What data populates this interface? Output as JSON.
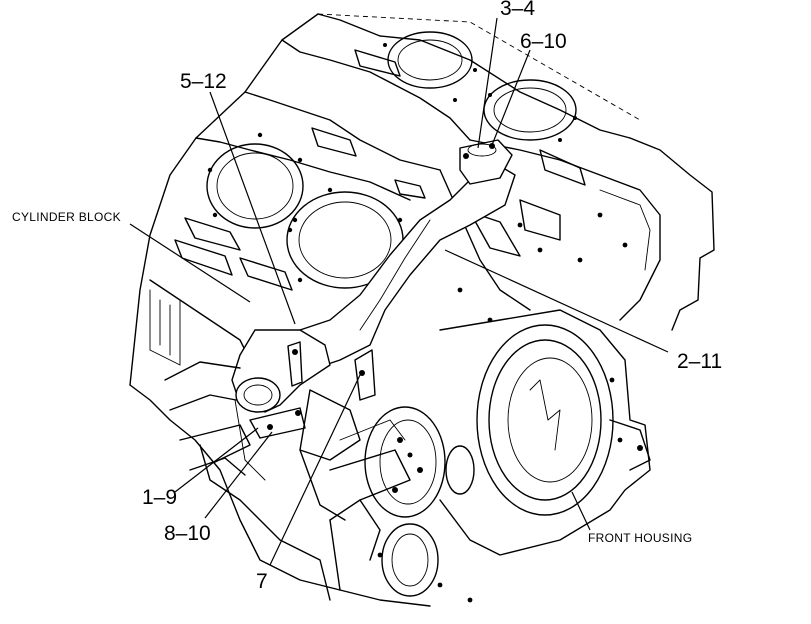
{
  "callouts": {
    "c_3_4": "3–4",
    "c_6_10": "6–10",
    "c_5_12": "5–12",
    "c_2_11": "2–11",
    "c_1_9": "1–9",
    "c_8_10": "8–10",
    "c_7": "7"
  },
  "labels": {
    "cylinder_block": "CYLINDER BLOCK",
    "front_housing": "FRONT HOUSING"
  }
}
